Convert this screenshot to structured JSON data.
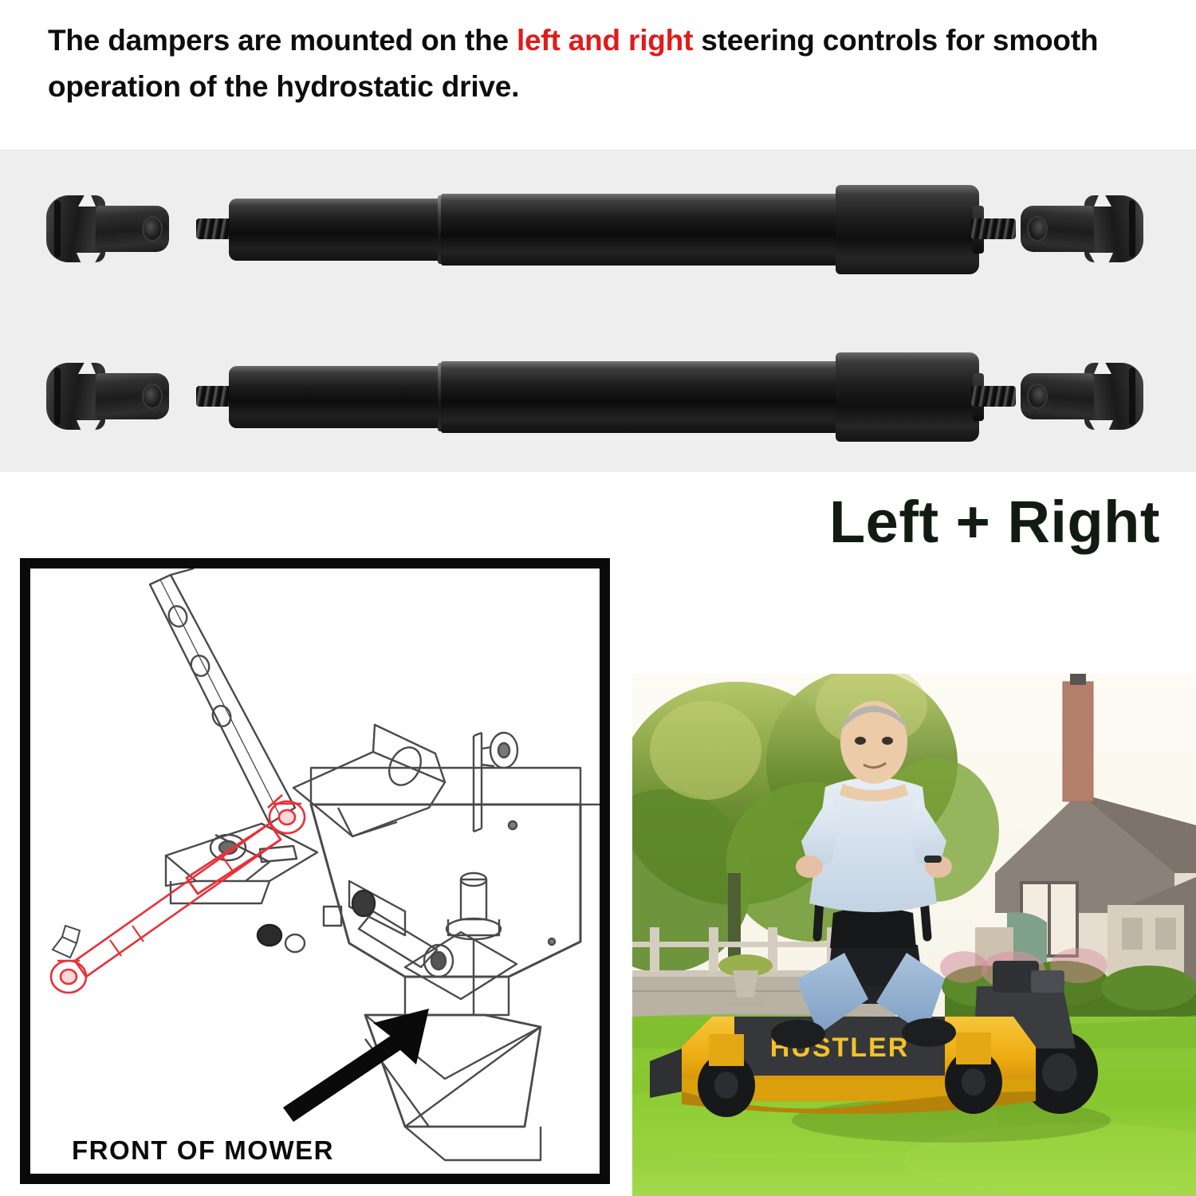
{
  "headline": {
    "part1": "The dampers are mounted on the ",
    "highlight": "left and right",
    "part2": " steering controls for smooth operation of the hydrostatic drive.",
    "highlight_color": "#e01b1b",
    "text_color": "#0d0d0d"
  },
  "product_panel": {
    "background_color": "#eeeeee",
    "items": [
      {
        "name": "damper-assembly-1",
        "parts": [
          "ball-socket-end-fitting",
          "threaded-stud",
          "damper-cylinder",
          "damper-body",
          "threaded-stud",
          "ball-socket-end-fitting"
        ]
      },
      {
        "name": "damper-assembly-2",
        "parts": [
          "ball-socket-end-fitting",
          "threaded-stud",
          "damper-cylinder",
          "damper-body",
          "threaded-stud",
          "ball-socket-end-fitting"
        ]
      }
    ],
    "quantity_label": "Left + Right",
    "quantity_label_color": "#111b11"
  },
  "diagram": {
    "caption": "FRONT OF MOWER",
    "border_color": "#0a0a0a",
    "highlight_color": "#e8313a",
    "line_color": "#4a4a4a",
    "highlighted_part": "steering-damper"
  },
  "photo": {
    "subject": "man riding zero-turn lawn mower on lawn",
    "mower_brand": "HUSTLER",
    "mower_color": "#f0b41c",
    "grass_color": "#7fc32b"
  }
}
